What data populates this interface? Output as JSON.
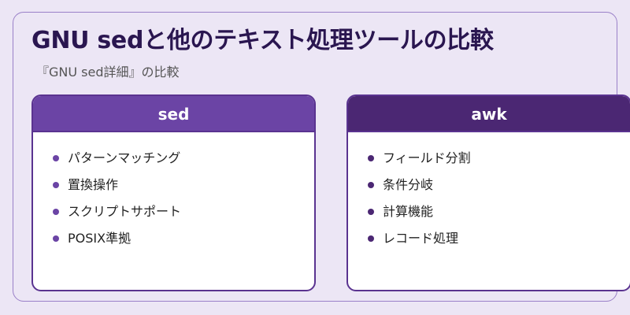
{
  "page": {
    "title": "GNU sedと他のテキスト処理ツールの比較",
    "subtitle": "『GNU sed詳細』の比較"
  },
  "cards": [
    {
      "header": "sed",
      "items": [
        "パターンマッチング",
        "置換操作",
        "スクリプトサポート",
        "POSIX準拠"
      ]
    },
    {
      "header": "awk",
      "items": [
        "フィールド分割",
        "条件分岐",
        "計算機能",
        "レコード処理"
      ]
    }
  ],
  "colors": {
    "background": "#ece6f5",
    "title": "#2a1650",
    "sed_header": "#6b44a5",
    "awk_header": "#4b2773"
  }
}
